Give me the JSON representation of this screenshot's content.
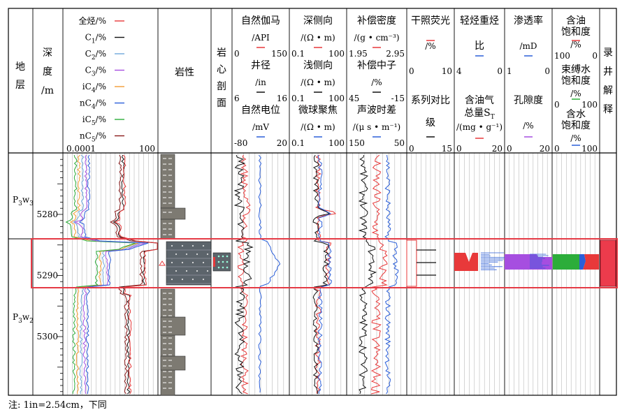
{
  "header": {
    "stratum": "地层",
    "depth": [
      "深",
      "度",
      "/m"
    ],
    "lithology": "岩性",
    "core": "岩心剖面",
    "record": "录井解释"
  },
  "gas_track": {
    "legend": [
      {
        "label": "全烃/%",
        "color": "#e8393a"
      },
      {
        "label": "C1/%",
        "color": "#111111"
      },
      {
        "label": "C2/%",
        "color": "#6fa8dc"
      },
      {
        "label": "C3/%",
        "color": "#a64ee0"
      },
      {
        "label": "iC4/%",
        "color": "#f39c34"
      },
      {
        "label": "nC4/%",
        "color": "#2b5fd9"
      },
      {
        "label": "iC5/%",
        "color": "#2cad3a"
      },
      {
        "label": "nC5/%",
        "color": "#8b1a1a"
      }
    ],
    "scale_min": "0.0001",
    "scale_max": "100"
  },
  "track1": [
    {
      "name": "自然伽马",
      "unit": "/API",
      "min": "0",
      "max": "150",
      "color": "#e8393a"
    },
    {
      "name": "井径",
      "unit": "/in",
      "min": "6",
      "max": "16",
      "color": "#111111"
    },
    {
      "name": "自然电位",
      "unit": "/mV",
      "min": "-80",
      "max": "20",
      "color": "#2b5fd9"
    }
  ],
  "track2": [
    {
      "name": "深侧向",
      "unit": "/(Ω • m)",
      "min": "0.1",
      "max": "100",
      "color": "#e8393a"
    },
    {
      "name": "浅侧向",
      "unit": "/(Ω • m)",
      "min": "0.1",
      "max": "100",
      "color": "#111111"
    },
    {
      "name": "微球聚焦",
      "unit": "/(Ω • m)",
      "min": "0.1",
      "max": "100",
      "color": "#2b5fd9"
    }
  ],
  "track3": [
    {
      "name": "补偿密度",
      "unit": "/(g • cm⁻³)",
      "min": "1.95",
      "max": "2.95",
      "color": "#e8393a"
    },
    {
      "name": "补偿中子",
      "unit": "/%",
      "min": "45",
      "max": "-15",
      "color": "#111111"
    },
    {
      "name": "声波时差",
      "unit": "/(μ s • m⁻¹)",
      "min": "150",
      "max": "50",
      "color": "#2b5fd9"
    }
  ],
  "track4": {
    "fluor": {
      "name": "干照荧光",
      "unit": "/%",
      "min": "0",
      "max": "10",
      "color": "#e8393a"
    },
    "grade": {
      "name1": "系列对比",
      "name2": "级",
      "min": "0",
      "max": "15",
      "color": "#111111"
    }
  },
  "track5": {
    "ratio": {
      "name": "轻烃重烃",
      "unit": "比",
      "min": "4",
      "max": "0",
      "color": "#2b5fd9"
    },
    "sat": {
      "name1": "含油气",
      "name2": "总量S",
      "sub": "T",
      "unit": "/(mg • g⁻¹)",
      "min": "0",
      "max": "20",
      "color": "#e8393a"
    }
  },
  "track6": {
    "perm": {
      "name": "渗透率",
      "unit": "/mD",
      "min": "1",
      "max": "0",
      "color": "#2b5fd9"
    },
    "por": {
      "name": "孔隙度",
      "unit": "/%",
      "min": "0",
      "max": "20",
      "color": "#a64ee0"
    }
  },
  "track7": {
    "oil": {
      "name1": "含油",
      "name2": "饱和度",
      "unit": "/%",
      "min": "100",
      "max": "0",
      "color": "#e8393a"
    },
    "bound": {
      "name1": "束缚水",
      "name2": "饱和度",
      "unit": "/%",
      "min": "0",
      "max": "100",
      "color": "#2cad3a"
    },
    "water": {
      "name1": "含水",
      "name2": "饱和度",
      "unit": "/%",
      "min": "0",
      "max": "100",
      "color": "#2b5fd9"
    }
  },
  "strata": [
    {
      "base": "P",
      "sub1": "3",
      "mid": "w",
      "sub2": "3"
    },
    {
      "base": "P",
      "sub1": "3",
      "mid": "w",
      "sub2": "2"
    }
  ],
  "depth_labels": [
    "5280",
    "5290",
    "5300"
  ],
  "footnote": "注: 1in=2.54cm，下同",
  "colors": {
    "red": "#e8393a",
    "black": "#111111",
    "blue": "#2b5fd9",
    "lightblue": "#6fa8dc",
    "purple": "#a64ee0",
    "orange": "#f39c34",
    "green": "#2cad3a",
    "brown": "#8b1a1a",
    "lith": "#7d7a72",
    "lithdark": "#5c646b",
    "highlight": "#e53a45",
    "record": "#ec3b4c"
  }
}
